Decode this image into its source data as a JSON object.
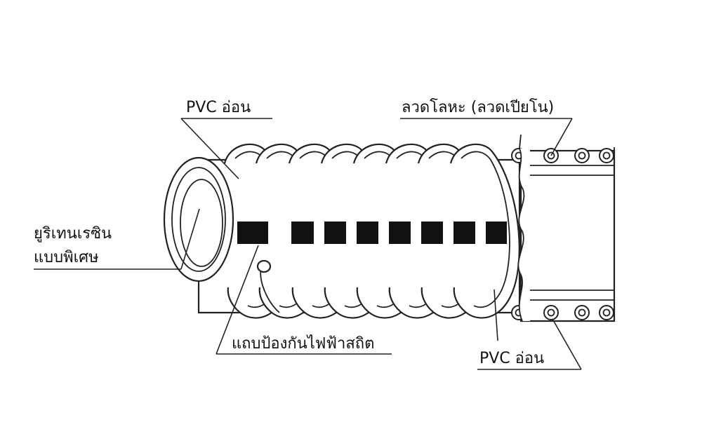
{
  "labels": {
    "pvc_top": "PVC อ่อน",
    "steel_wire": "ลวดโลหะ (ลวดเปียโน)",
    "urethane_line1": "ยูริเทนเรซิน",
    "urethane_line2": "แบบพิเศษ",
    "antistatic": "แถบป้องกันไฟฟ้าสถิต",
    "pvc_bottom": "PVC อ่อน"
  },
  "colors": {
    "line": "#222222",
    "antistatic_stripe": "#111111",
    "background": "#ffffff"
  }
}
